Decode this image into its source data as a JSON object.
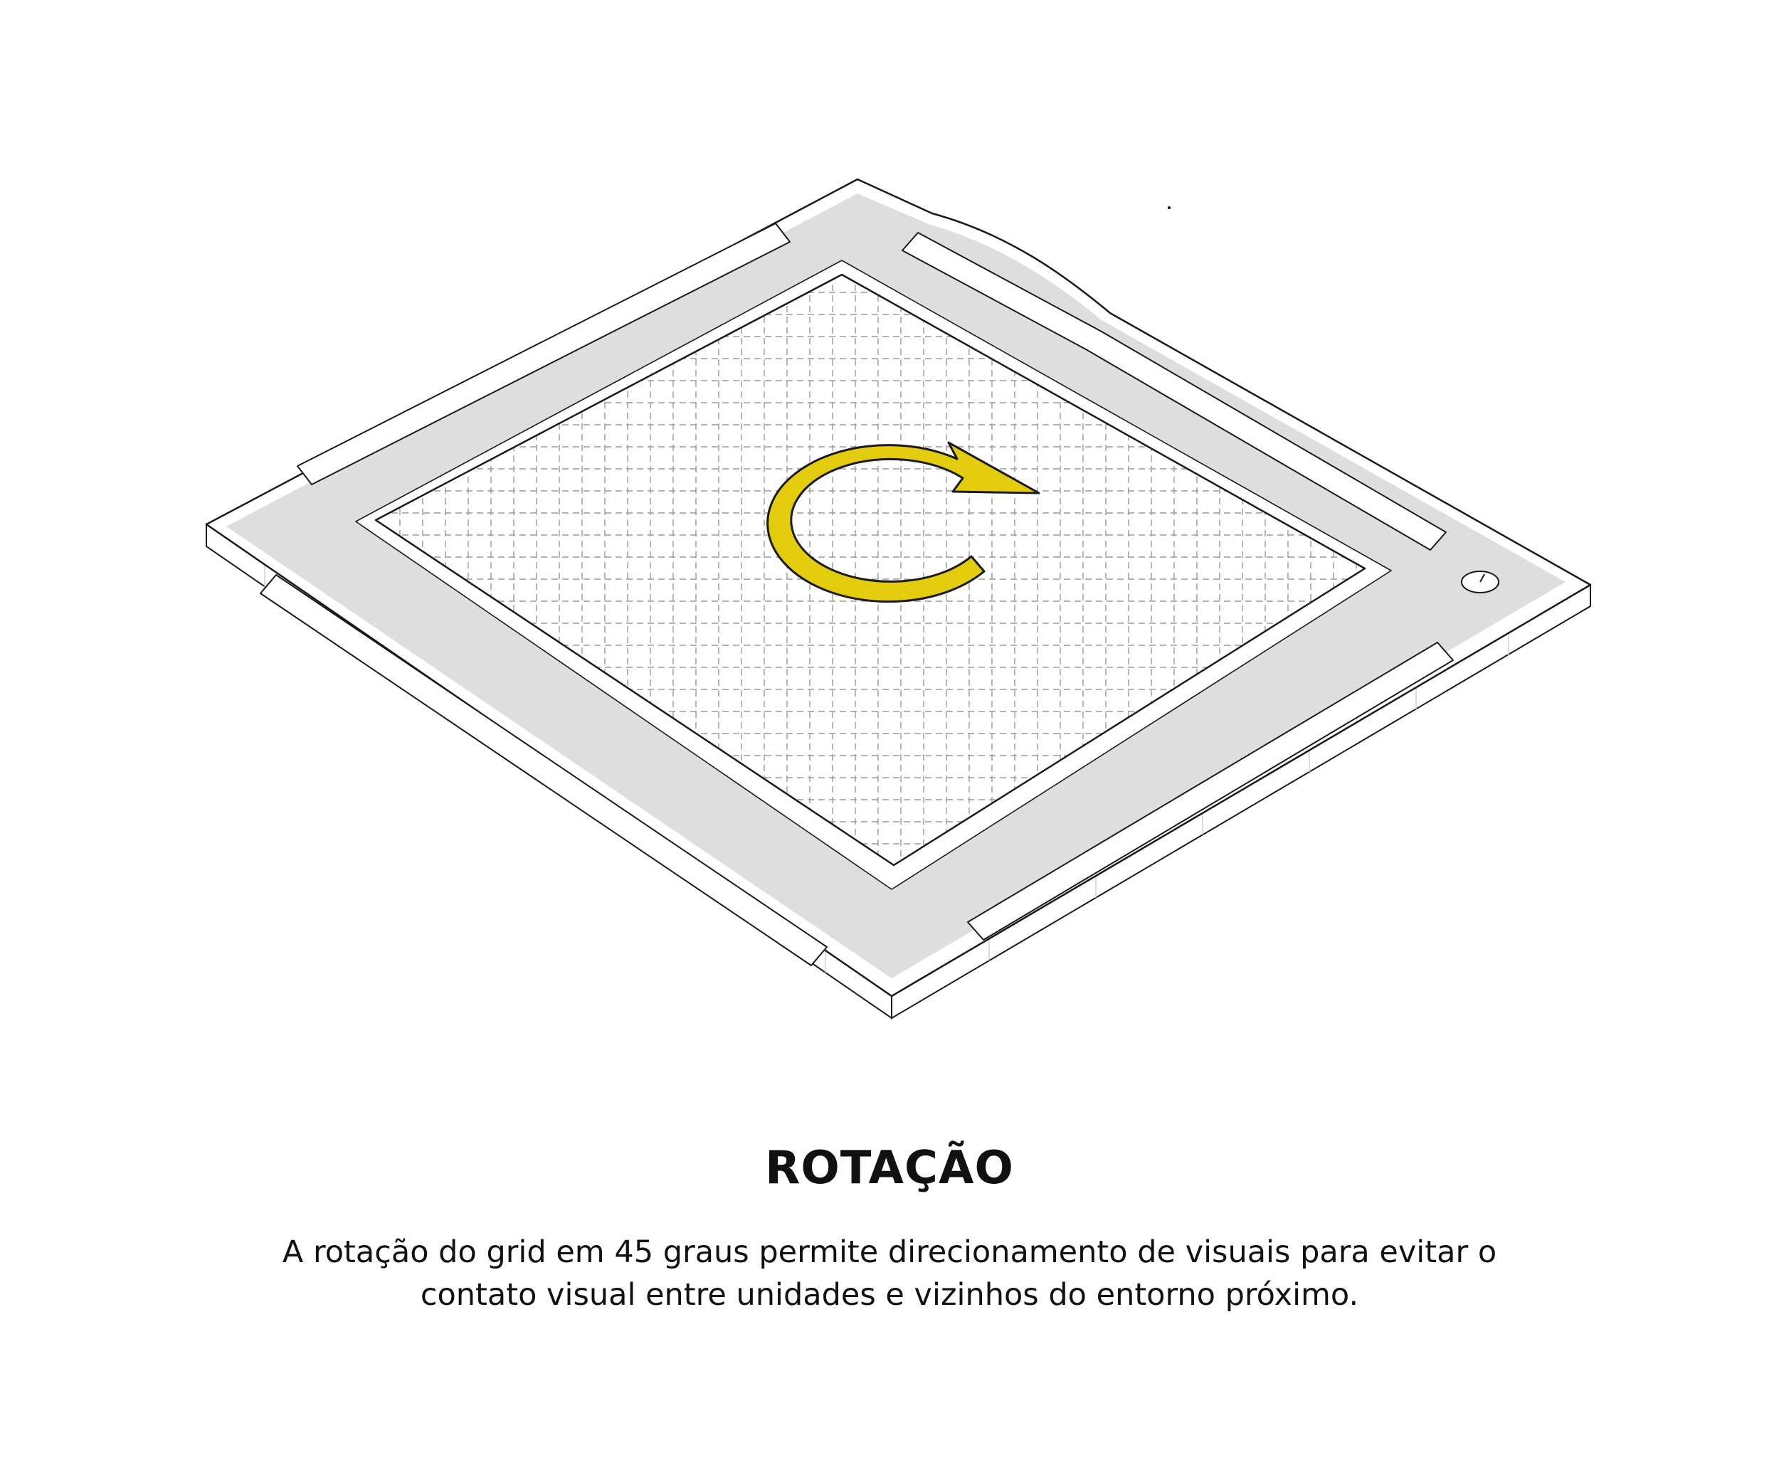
{
  "caption": {
    "title": "ROTAÇÃO",
    "line1": "A rotação do grid em 45 graus permite direcionamento de visuais para evitar o",
    "line2": "contato visual entre unidades e vizinhos do entorno próximo."
  },
  "colors": {
    "arrow_fill": "#E2CC0D",
    "path_gray": "#DEDEDE",
    "outline": "#1A1A1A",
    "grid_dash": "#9A9A9A"
  },
  "icons": {
    "rotation": "clockwise-rotation-arrow-icon",
    "marker": "circle-marker-icon"
  }
}
